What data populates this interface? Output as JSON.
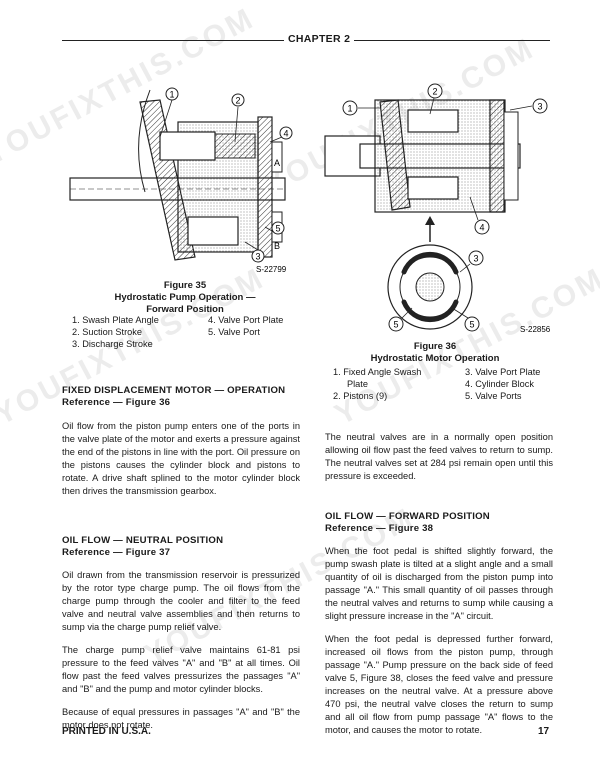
{
  "header": {
    "chapter": "CHAPTER 2"
  },
  "watermarks": [
    "YOUFIXTHIS.COM",
    "YOUFIXTHIS.COM",
    "YOUFIXTHIS.COM",
    "YOUFIXTHIS.COM",
    "YOUFIXTHIS.COM"
  ],
  "figure35": {
    "callouts": [
      "1",
      "2",
      "3",
      "4",
      "5"
    ],
    "port_a": "A",
    "port_b": "B",
    "code": "S-22799",
    "title": "Figure 35",
    "subtitle": "Hydrostatic Pump Operation —",
    "subtitle2": "Forward Position",
    "parts": [
      "1.  Swash Plate Angle",
      "4.  Valve Port Plate",
      "2.  Suction Stroke",
      "5.  Valve Port",
      "3.  Discharge Stroke"
    ]
  },
  "figure36": {
    "callouts": [
      "1",
      "2",
      "3",
      "4",
      "5"
    ],
    "code": "S-22856",
    "title": "Figure 36",
    "subtitle": "Hydrostatic Motor Operation",
    "parts": [
      "1.  Fixed Angle Swash",
      "3.  Valve Port Plate",
      "Plate",
      "4.  Cylinder Block",
      "2.  Pistons (9)",
      "5.  Valve Ports"
    ]
  },
  "sections": {
    "motor": {
      "heading": "FIXED DISPLACEMENT MOTOR — OPERATION",
      "reference": "Reference — Figure 36",
      "p1": "Oil flow from the piston pump enters one of the ports in the valve plate of the motor and exerts a pressure against the end of the pistons in line with the port. Oil pressure on the pistons causes the cylinder block and pistons to rotate. A drive shaft splined to the motor cylinder block then drives the transmission gearbox."
    },
    "neutral": {
      "heading": "OIL FLOW — NEUTRAL POSITION",
      "reference": "Reference — Figure 37",
      "p1": "Oil drawn from the transmission reservoir is pressurized by the rotor type charge pump. The oil flows from the charge pump through the cooler and filter to the feed valve and neutral valve assemblies and then returns to sump via the charge pump relief valve.",
      "p2": "The charge pump relief valve maintains 61-81 psi pressure to the feed valves \"A\" and \"B\" at all times. Oil flow past the feed valves pressurizes the passages \"A\" and \"B\" and the pump and motor cylinder blocks.",
      "p3": "Because of equal pressures in passages \"A\" and \"B\" the motor does not rotate."
    },
    "neutral_valves": {
      "p1": "The neutral valves are in a normally open position allowing oil flow past the feed valves to return to sump. The neutral valves set at 284 psi remain open until this pressure is exceeded."
    },
    "forward": {
      "heading": "OIL FLOW — FORWARD POSITION",
      "reference": "Reference — Figure 38",
      "p1": "When the foot pedal is shifted slightly forward, the pump swash plate is tilted at a slight angle and a small quantity of oil is discharged from the piston pump into passage \"A.\" This small quantity of oil passes through the neutral valves and returns to sump while causing a slight pressure increase in the \"A\" circuit.",
      "p2": "When the foot pedal is depressed further forward, increased oil flows from the piston pump, through passage \"A.\" Pump pressure on the back side of feed valve 5, Figure 38, closes the feed valve and pressure increases on the neutral valve. At a pressure above 470 psi, the neutral valve closes the return to sump and all oil flow from pump passage \"A\" flows to the motor, and causes the motor to rotate."
    }
  },
  "footer": {
    "printed": "PRINTED IN U.S.A.",
    "page": "17"
  }
}
